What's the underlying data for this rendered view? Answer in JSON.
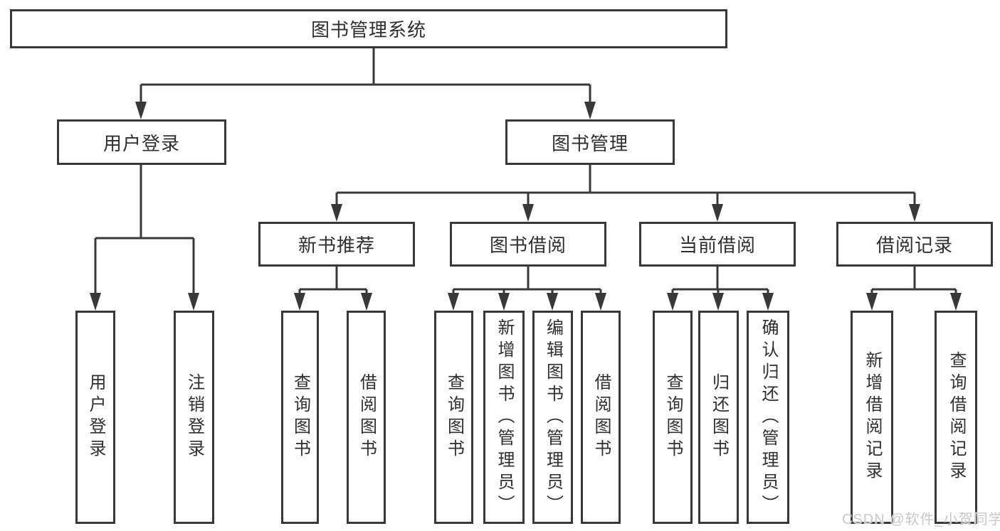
{
  "diagram": {
    "background_color": "#ffffff",
    "line_color": "#383838",
    "text_color": "#2f2f2f",
    "watermark": "CSDN @软件_小贺同学",
    "watermark_color": "#c8c8c8",
    "tree": {
      "root": {
        "label": "图书管理系统"
      },
      "user_login": {
        "label": "用户登录",
        "children": [
          "用户登录",
          "注销登录"
        ]
      },
      "book_mgmt": {
        "label": "图书管理",
        "children": {
          "new_book": {
            "label": "新书推荐",
            "children": [
              "查询图书",
              "借阅图书"
            ]
          },
          "book_borrow": {
            "label": "图书借阅",
            "children": [
              "查询图书",
              "新增图书（管理员）",
              "编辑图书（管理员）",
              "借阅图书"
            ]
          },
          "current_borrow": {
            "label": "当前借阅",
            "children": [
              "查询图书",
              "归还图书",
              "确认归还（管理员）"
            ]
          },
          "borrow_records": {
            "label": "借阅记录",
            "children": [
              "新增借阅记录",
              "查询借阅记录"
            ]
          }
        }
      }
    }
  }
}
